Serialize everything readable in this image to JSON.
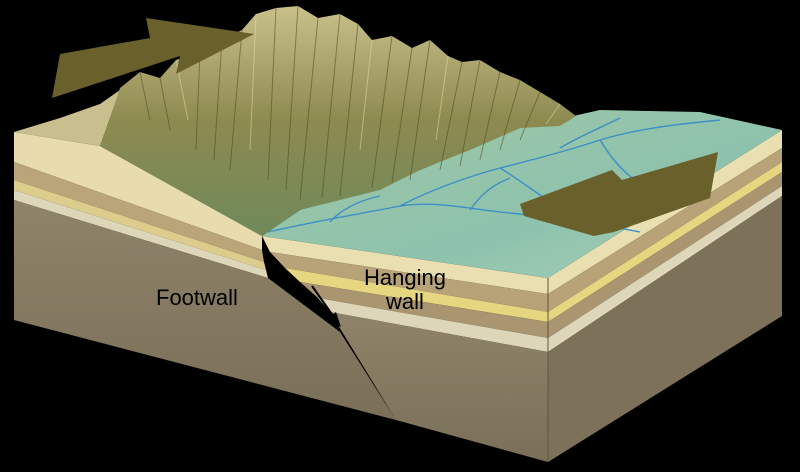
{
  "labels": {
    "footwall": "Footwall",
    "hanging_line1": "Hanging",
    "hanging_line2": "wall"
  },
  "colors": {
    "background": "#000000",
    "front_face": "#857a62",
    "layer_cream": "#e8dcae",
    "layer_tan": "#b9a578",
    "layer_yellow": "#e6d680",
    "layer_light": "#ddd6b8",
    "mountains": "#8c8a55",
    "valley": "#8fc3a8",
    "rivers": "#3d8fc7",
    "arrows": "#69602b"
  },
  "icons": [
    "extension-arrow-left-icon",
    "extension-arrow-right-icon",
    "fault-motion-arrow-up-icon",
    "fault-motion-arrow-down-icon"
  ]
}
